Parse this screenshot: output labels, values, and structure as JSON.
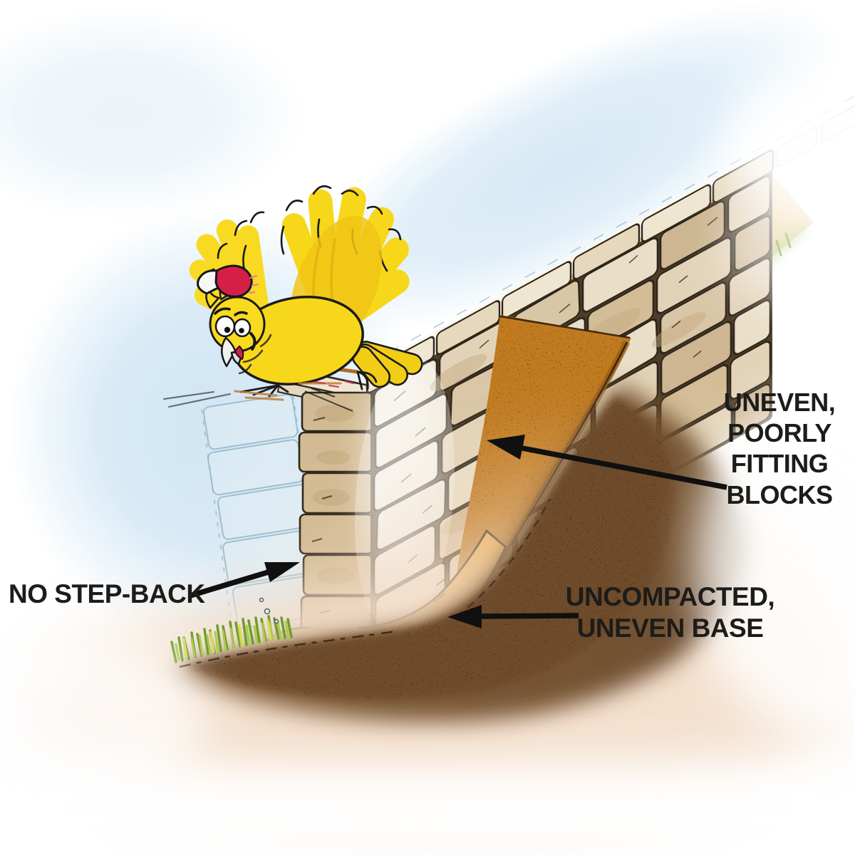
{
  "illustration": {
    "scene": "cartoon chicken standing on a poorly built stacked-block retaining wall on a slope",
    "annotations": [
      {
        "id": "blocks",
        "text": "UNEVEN,\nPOORLY\nFITTING\nBLOCKS",
        "arrow": "points-left-to-wall-face"
      },
      {
        "id": "step_back",
        "text": "NO STEP-BACK",
        "arrow": "points-right-to-wall-corner"
      },
      {
        "id": "base",
        "text": "UNCOMPACTED,\nUNEVEN BASE",
        "arrow": "points-left-to-wall-base"
      }
    ],
    "colors": {
      "sky": "#cfe4f4",
      "block_cream": "#e9dfc9",
      "block_tan": "#d9c6a6",
      "block_dark_tan": "#cdb691",
      "mortar_ink": "#2f261a",
      "cut_earth": "#c07a1f",
      "base_gravel": "#eaa83e",
      "sand_slope": "#ecca82",
      "grass_green": "#6f9c2d",
      "soil_dark": "#6e4c2b",
      "soil_fade_peach": "#f2d8c0",
      "chicken_yellow": "#f7d71a",
      "chicken_comb_red": "#d61f47",
      "annotation_ink": "#1c1c1a"
    }
  }
}
